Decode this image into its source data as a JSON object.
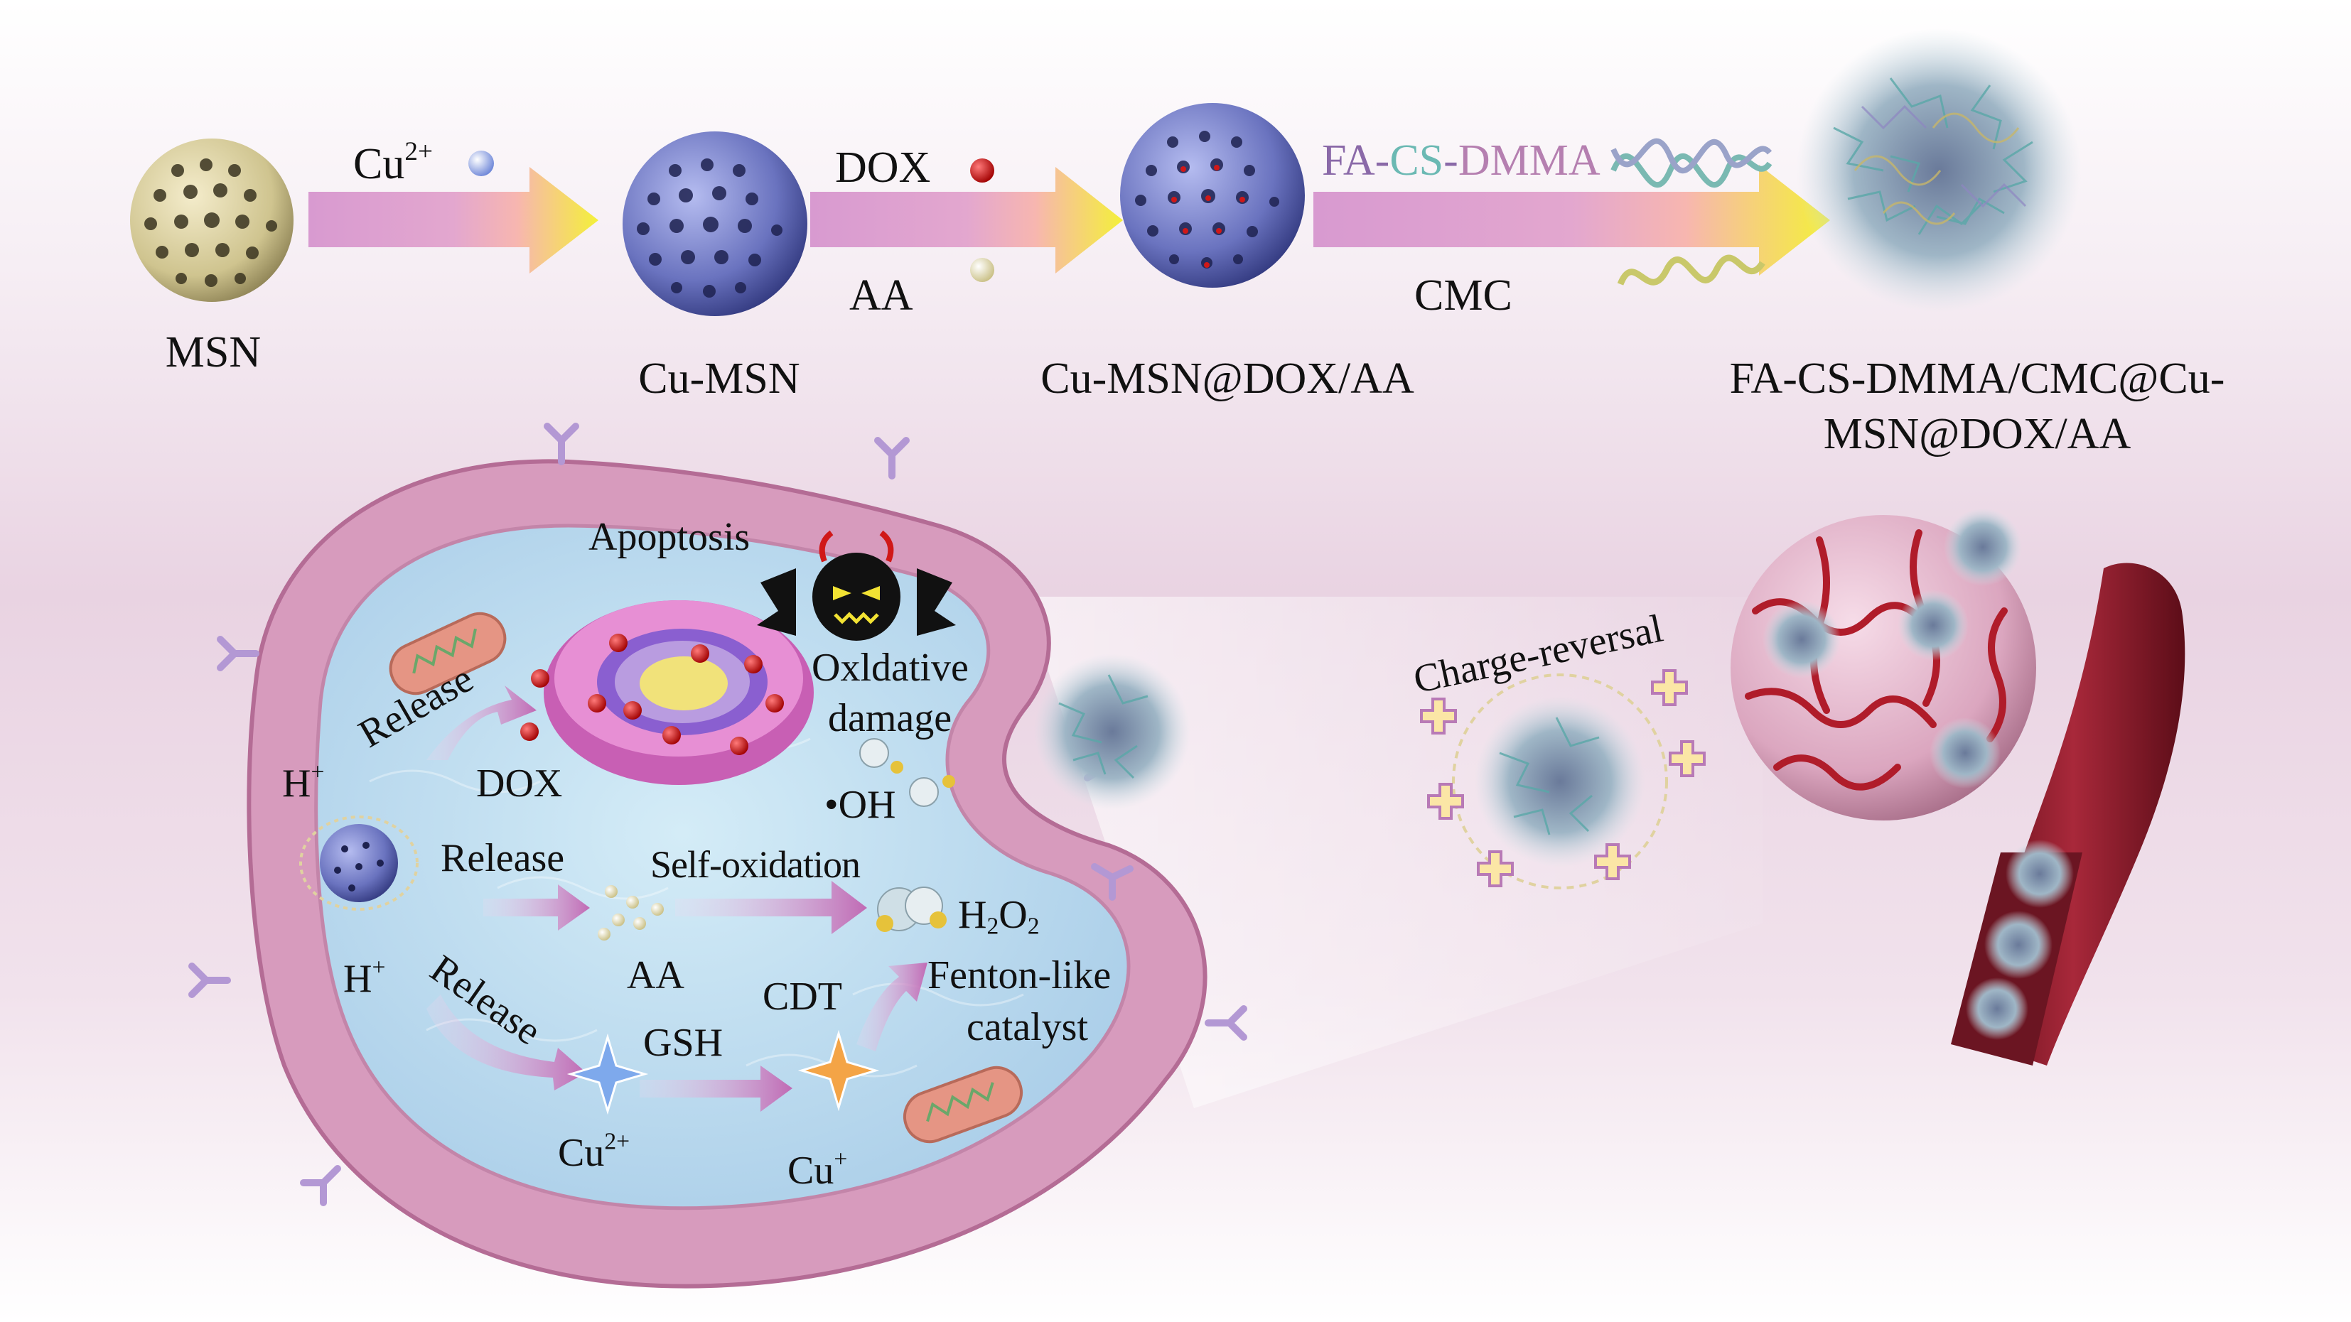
{
  "top_row": {
    "label_msn": "MSN",
    "label_cu_msn": "Cu-MSN",
    "label_cu_msn_dox_aa": "Cu-MSN@DOX/AA",
    "label_final_line1": "FA-CS-DMMA/CMC@Cu-",
    "label_final_line2": "MSN@DOX/AA",
    "arrow1_label_base": "Cu",
    "arrow1_label_sup": "2+",
    "arrow2_label_top": "DOX",
    "arrow2_label_bottom": "AA",
    "arrow3_label_fa": "FA",
    "arrow3_label_cs": "CS",
    "arrow3_label_dmma": "DMMA",
    "arrow3_label_bottom": "CMC"
  },
  "cell": {
    "apoptosis": "Apoptosis",
    "oxidative_line1": "Oxldative",
    "oxidative_line2": "damage",
    "hydroxyl": "•OH",
    "release1": "Release",
    "release2": "Release",
    "release3": "Release",
    "dox": "DOX",
    "h_plus_base": "H",
    "h_plus_sup": "+",
    "self_oxidation": "Self-oxidation",
    "h2o2_base1": "H",
    "h2o2_sub1": "2",
    "h2o2_base2": "O",
    "h2o2_sub2": "2",
    "aa": "AA",
    "cdt": "CDT",
    "fenton_line1": "Fenton-like",
    "fenton_line2": "catalyst",
    "gsh": "GSH",
    "cu2_base": "Cu",
    "cu2_sup": "2+",
    "cu1_base": "Cu",
    "cu1_sup": "+"
  },
  "tumor": {
    "charge_reversal": "Charge-reversal"
  },
  "colors": {
    "arrow_start": "#d89ad0",
    "arrow_mid": "#f4b0b8",
    "arrow_end": "#f4f03a",
    "msn_particle": "#d8cfa0",
    "cu_msn_particle": "#6c76c4",
    "cell_membrane": "#d79bbd",
    "cytoplasm": "#bfdcef",
    "vessel": "#8e1f2e",
    "tumor": "#e7b4c8"
  }
}
